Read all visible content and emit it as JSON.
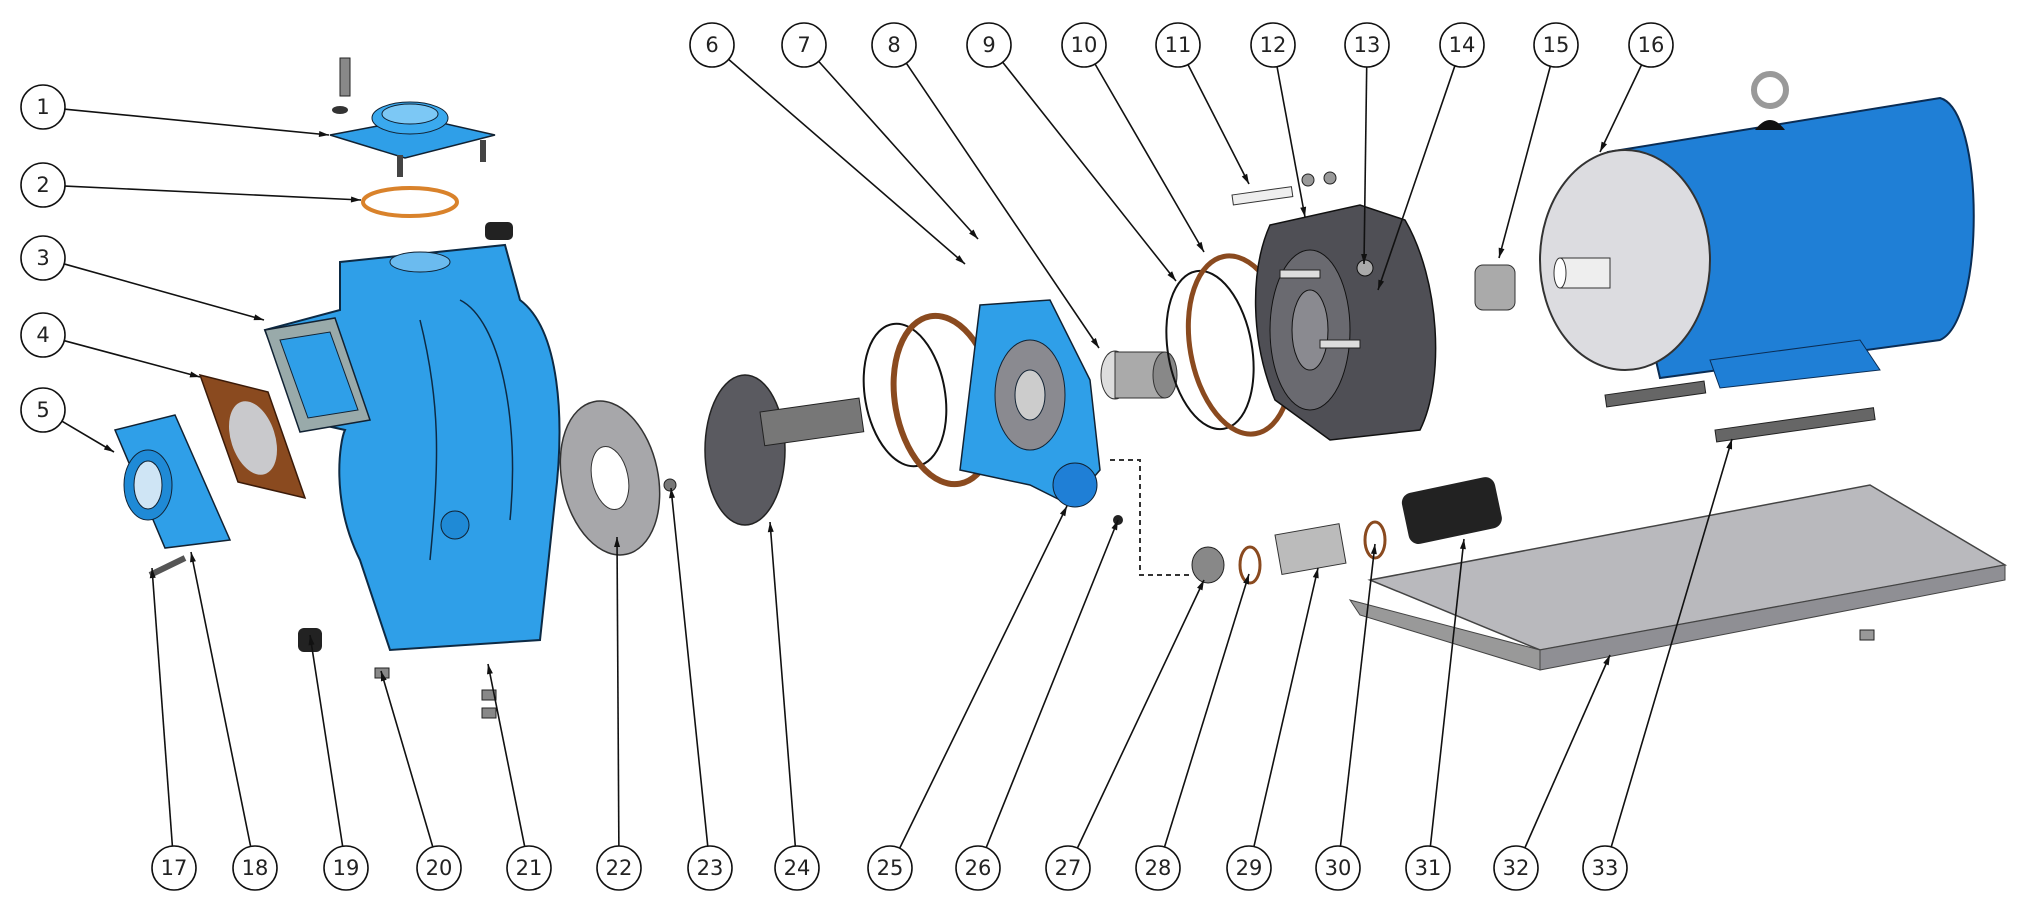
{
  "diagram": {
    "type": "exploded-parts-view",
    "callouts": [
      "1",
      "2",
      "3",
      "4",
      "5",
      "6",
      "7",
      "8",
      "9",
      "10",
      "11",
      "12",
      "13",
      "14",
      "15",
      "16",
      "17",
      "18",
      "19",
      "20",
      "21",
      "22",
      "23",
      "24",
      "25",
      "26",
      "27",
      "28",
      "29",
      "30",
      "31",
      "32",
      "33"
    ]
  },
  "colors": {
    "pump_blue": "#2f9fe8",
    "motor_blue": "#1f7fd6",
    "gasket_brown": "#a0521e",
    "oring_orange": "#d9822b",
    "cast_gray": "#5a5a60",
    "plate_gray": "#b9b9bd",
    "line": "#111111"
  }
}
